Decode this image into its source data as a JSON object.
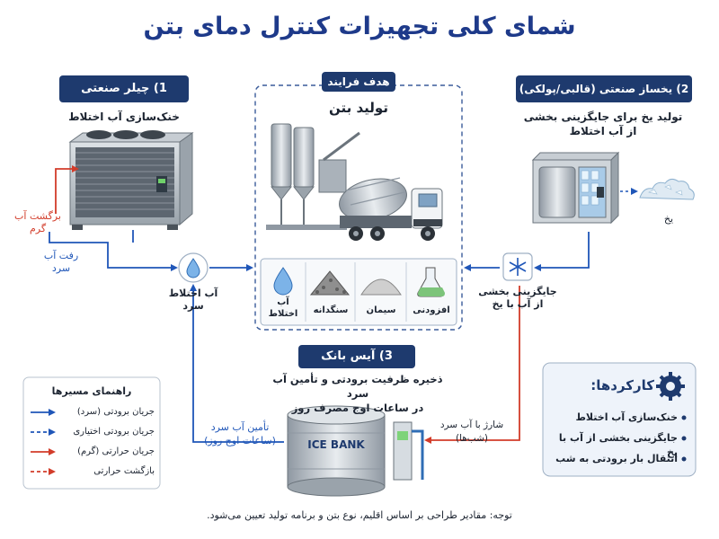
{
  "title": "شمای کلی تجهیزات کنترل دمای بتن",
  "chiller": {
    "header": "1) چیلر صنعتی",
    "subtitle": "خنک‌سازی آب اختلاط",
    "return_label_1": "برگشت آب",
    "return_label_2": "گرم",
    "supply_label_1": "رفت آب",
    "supply_label_2": "سرد"
  },
  "goal": {
    "header": "هدف فرایند",
    "subtitle": "تولید بتن",
    "materials": [
      {
        "label_1": "آب",
        "label_2": "اختلاط"
      },
      {
        "label_1": "سنگدانه",
        "label_2": ""
      },
      {
        "label_1": "سیمان",
        "label_2": ""
      },
      {
        "label_1": "افزودنی",
        "label_2": ""
      }
    ]
  },
  "ice_maker": {
    "header": "2) یخساز صنعتی (قالبی/پولکی)",
    "subtitle_1": "تولید یخ برای جایگزینی بخشی",
    "subtitle_2": "از آب اختلاط",
    "ice_label": "یخ"
  },
  "mixing_water": {
    "label_1": "آب اختلاط",
    "label_2": "سرد"
  },
  "ice_replace": {
    "label_1": "جایگزینی بخشی",
    "label_2": "از آب با یخ"
  },
  "ice_bank": {
    "header": "3) آیس بانک",
    "subtitle_1": "ذخیره ظرفیت برودتی و تأمین آب سرد",
    "subtitle_2": "در ساعات اوج مصرف روز",
    "tank_label": "ICE BANK",
    "supply_1": "تأمین آب سرد",
    "supply_2": "(ساعات اوج روز)",
    "charge_1": "شارژ با آب سرد",
    "charge_2": "(شب‌ها)"
  },
  "legend": {
    "title": "راهنمای مسیرها",
    "items": [
      {
        "label": "جریان برودتی (سرد)",
        "color": "#1f56b8",
        "dashed": false
      },
      {
        "label": "جریان برودتی اختیاری",
        "color": "#1f56b8",
        "dashed": true
      },
      {
        "label": "جریان حرارتی (گرم)",
        "color": "#d23c2a",
        "dashed": false
      },
      {
        "label": "بازگشت حرارتی",
        "color": "#d23c2a",
        "dashed": true
      }
    ]
  },
  "functions": {
    "title": "کارکردها:",
    "items": [
      "خنک‌سازی آب اختلاط",
      "جایگزینی بخشی از آب با یخ",
      "انتقال بار برودتی به شب"
    ]
  },
  "note": "توجه: مقادیر طراحی بر اساس اقلیم، نوع بتن و برنامه تولید تعیین می‌شود.",
  "colors": {
    "navy": "#1e3a6e",
    "cold": "#1f56b8",
    "hot": "#d23c2a"
  }
}
